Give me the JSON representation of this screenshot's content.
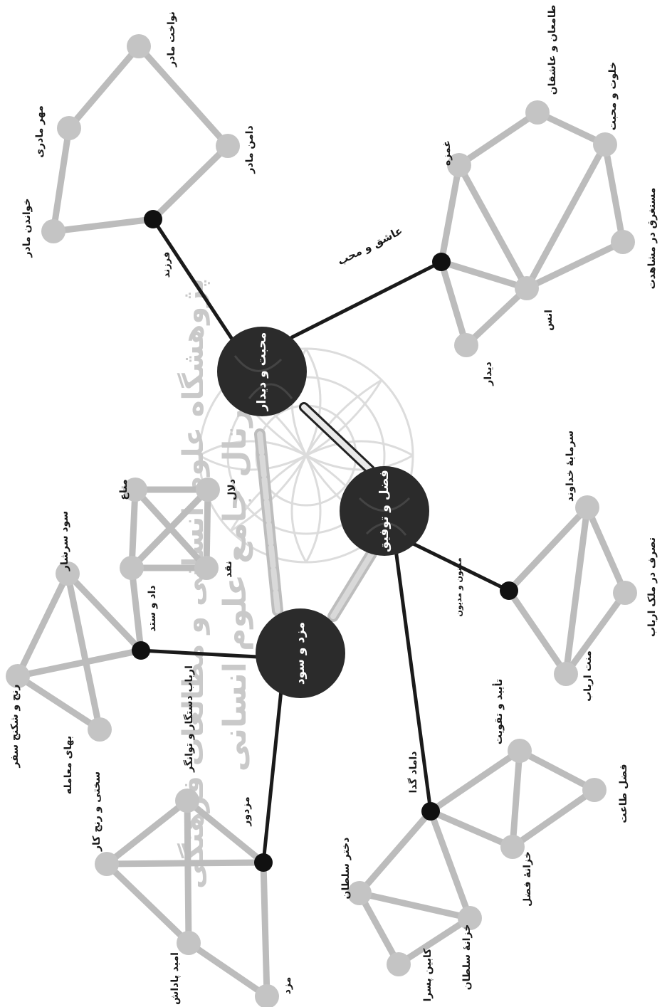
{
  "hubs": {
    "h1": "محبت و دیدار",
    "h2": "فضل و توفیق",
    "h3": "مزد و سود"
  },
  "connectors": {
    "c1": "فرزند",
    "c2": "عاشق و محب",
    "c3": "داد و ستد",
    "c4": "مزدور",
    "c5": "داماد گدا",
    "c6": "ممنون و مدیون"
  },
  "nodes": {
    "n1": "نواخت مادر",
    "n2": "مهر مادری",
    "n3": "دامن مادر",
    "n4": "خواندن مادر",
    "n5": "طامعان و عاشقان",
    "n6": "خلوت و محبت",
    "n7": "غمزه",
    "n8": "مستغرق در مشاهدت",
    "n9": "انس",
    "n10": "دیدار",
    "n11": "متاع",
    "n12": "دلال",
    "n13": "نقد",
    "n14": "سود سرشار",
    "n15": "رنج و شکنج سفر",
    "n16": "بهای معامله",
    "n17": "سرمایهٔ خداوند",
    "n18": "تصرف در ملک ارباب",
    "n19": "منت ارباب",
    "n20": "ارباب دستگار و توانگر",
    "n21": "سختی و رنج کار",
    "n22": "امید پاداش",
    "n23": "مزد",
    "n24": "تأیید و تقویت",
    "n25": "فضل طاعت",
    "n26": "خزانهٔ فضل",
    "n27": "دختر سلطان",
    "n28": "خزانهٔ سلطان",
    "n29": "کابین پسرا"
  },
  "watermark": {
    "line1": "پژوهشگاه علوم انسانی و مطالعات فرهنگی",
    "line2": "پرتال جامع علوم انسانی"
  },
  "colors": {
    "background": "#ffffff",
    "hub": "#2b2b2b",
    "connector": "#111111",
    "node": "#c4c4c4",
    "edge": "#bdbdbd",
    "strong_edge": "#1a1a1a",
    "watermark": "#d2d2d2"
  }
}
